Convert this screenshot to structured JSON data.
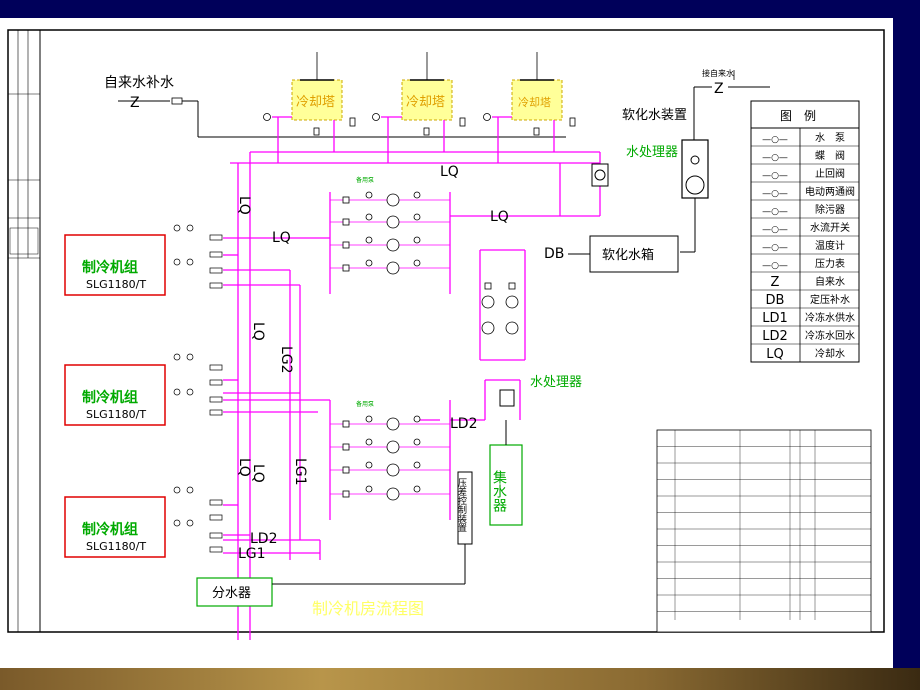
{
  "title": "制冷机房流程图",
  "labels": {
    "tap_makeup": "自来水补水",
    "tap_water_in": "接自来水",
    "softener_unit": "软化水装置",
    "cooling_tower": "冷却塔",
    "water_treatment": "水处理器",
    "softened_tank": "软化水箱",
    "collector": "集水器",
    "distributor": "分水器",
    "pressure_control": "压差控制装置",
    "standby_pump": "备用泵",
    "chiller_name": "制冷机组",
    "chiller_model": "SLG1180/T"
  },
  "pipe_codes": {
    "Z": "Z",
    "LQ": "LQ",
    "DB": "DB",
    "LD1": "LD1",
    "LD2": "LD2",
    "LG1": "LG1",
    "LG2": "LG2"
  },
  "legend": {
    "title": "图　例",
    "items": [
      {
        "symbol": "pump-icon",
        "label": "水　泵"
      },
      {
        "symbol": "butterfly-valve-icon",
        "label": "蝶　阀"
      },
      {
        "symbol": "check-valve-icon",
        "label": "止回阀"
      },
      {
        "symbol": "motor-valve-icon",
        "label": "电动两通阀"
      },
      {
        "symbol": "strainer-icon",
        "label": "除污器"
      },
      {
        "symbol": "flow-switch-icon",
        "label": "水流开关"
      },
      {
        "symbol": "thermometer-icon",
        "label": "温度计"
      },
      {
        "symbol": "pressure-gauge-icon",
        "label": "压力表"
      },
      {
        "symbol": "Z",
        "label": "自来水"
      },
      {
        "symbol": "DB",
        "label": "定压补水"
      },
      {
        "symbol": "LD1",
        "label": "冷冻水供水"
      },
      {
        "symbol": "LD2",
        "label": "冷冻水回水"
      },
      {
        "symbol": "LQ",
        "label": "冷却水"
      }
    ]
  },
  "colors": {
    "pink_pipe": "#ff00ff",
    "chiller_border": "#e00000",
    "green_text": "#00bb00",
    "yellow_label": "#ffff66",
    "background": "#00005a"
  }
}
